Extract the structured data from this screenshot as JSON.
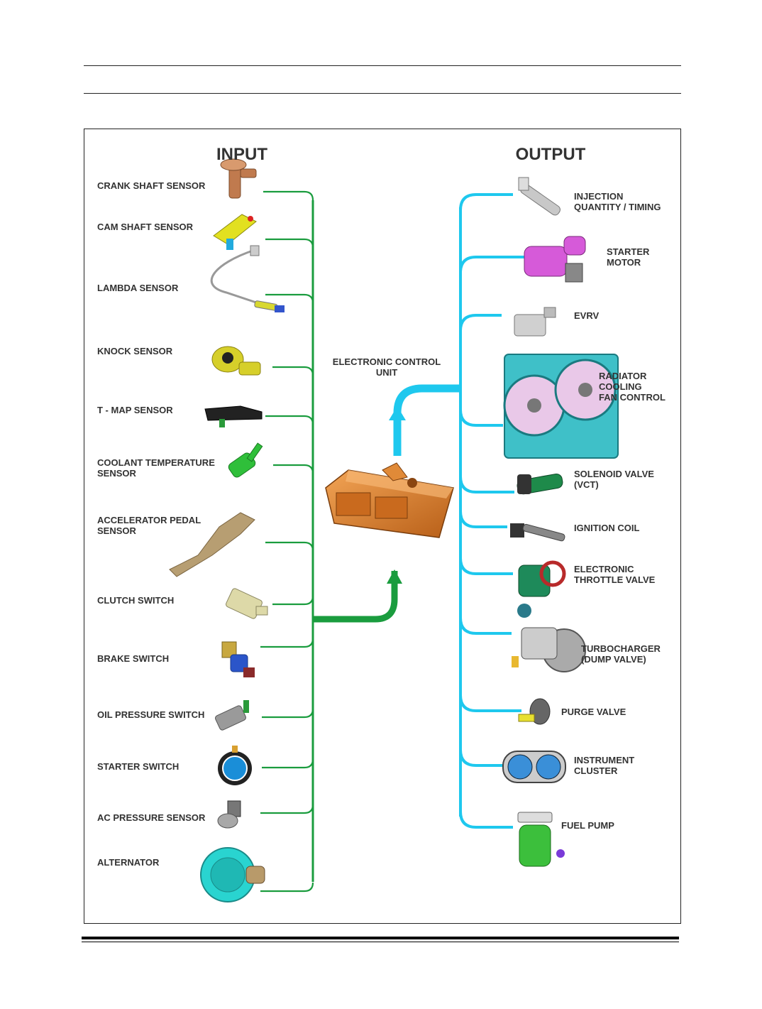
{
  "headings": {
    "input": "INPUT",
    "output": "OUTPUT",
    "ecu": [
      "ELECTRONIC CONTROL",
      "UNIT"
    ]
  },
  "colors": {
    "input_line": "#1a9c3e",
    "output_line": "#1ec8ee",
    "ecu": "#d9782a"
  },
  "inputs": [
    {
      "label": [
        "CRANK SHAFT SENSOR"
      ],
      "icon": "crank-shaft-sensor-icon",
      "color": "#c07a4e"
    },
    {
      "label": [
        "CAM SHAFT SENSOR"
      ],
      "icon": "cam-shaft-sensor-icon",
      "color": "#e2e020"
    },
    {
      "label": [
        "LAMBDA SENSOR"
      ],
      "icon": "lambda-sensor-icon",
      "color": "#d8d830"
    },
    {
      "label": [
        "KNOCK SENSOR"
      ],
      "icon": "knock-sensor-icon",
      "color": "#d6cf2a"
    },
    {
      "label": [
        "T - MAP SENSOR"
      ],
      "icon": "t-map-sensor-icon",
      "color": "#222222"
    },
    {
      "label": [
        "COOLANT TEMPERATURE",
        "SENSOR"
      ],
      "icon": "coolant-temperature-sensor-icon",
      "color": "#2fbf3a"
    },
    {
      "label": [
        "ACCELERATOR PEDAL",
        "SENSOR"
      ],
      "icon": "accelerator-pedal-sensor-icon",
      "color": "#b79e72"
    },
    {
      "label": [
        "CLUTCH SWITCH"
      ],
      "icon": "clutch-switch-icon",
      "color": "#ddd9a8"
    },
    {
      "label": [
        "BRAKE SWITCH"
      ],
      "icon": "brake-switch-icon",
      "color": "#2b55c9"
    },
    {
      "label": [
        "OIL PRESSURE SWITCH"
      ],
      "icon": "oil-pressure-switch-icon",
      "color": "#9a9a9a"
    },
    {
      "label": [
        "STARTER SWITCH"
      ],
      "icon": "starter-switch-icon",
      "color": "#1a8ed8"
    },
    {
      "label": [
        "AC PRESSURE SENSOR"
      ],
      "icon": "ac-pressure-sensor-icon",
      "color": "#a8a8a8"
    },
    {
      "label": [
        "ALTERNATOR"
      ],
      "icon": "alternator-icon",
      "color": "#29d4d0"
    }
  ],
  "outputs": [
    {
      "label": [
        "INJECTION",
        "QUANTITY / TIMING"
      ],
      "icon": "injector-icon",
      "color": "#c8c8c8"
    },
    {
      "label": [
        "STARTER",
        "MOTOR"
      ],
      "icon": "starter-motor-icon",
      "color": "#d65ad9"
    },
    {
      "label": [
        "EVRV"
      ],
      "icon": "evrv-icon",
      "color": "#d0d0d0"
    },
    {
      "label": [
        "RADIATOR",
        "COOLING",
        "FAN CONTROL"
      ],
      "icon": "radiator-fan-icon",
      "color": "#36b6c0"
    },
    {
      "label": [
        "SOLENOID VALVE",
        "(VCT)"
      ],
      "icon": "solenoid-valve-icon",
      "color": "#1e8a4a"
    },
    {
      "label": [
        "IGNITION COIL"
      ],
      "icon": "ignition-coil-icon",
      "color": "#555555"
    },
    {
      "label": [
        "ELECTRONIC",
        "THROTTLE VALVE"
      ],
      "icon": "throttle-valve-icon",
      "color": "#1e8a5a"
    },
    {
      "label": [
        "TURBOCHARGER",
        "(DUMP VALVE)"
      ],
      "icon": "turbocharger-icon",
      "color": "#a0a0a0"
    },
    {
      "label": [
        "PURGE VALVE"
      ],
      "icon": "purge-valve-icon",
      "color": "#e8e030"
    },
    {
      "label": [
        "INSTRUMENT",
        "CLUSTER"
      ],
      "icon": "instrument-cluster-icon",
      "color": "#3a8fd8"
    },
    {
      "label": [
        "FUEL PUMP"
      ],
      "icon": "fuel-pump-icon",
      "color": "#3cbf3c"
    }
  ]
}
